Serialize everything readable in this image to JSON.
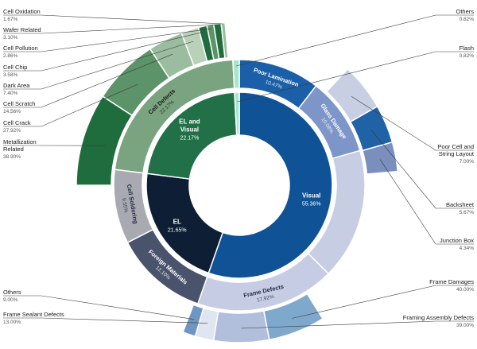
{
  "chart_data": {
    "type": "sunburst",
    "inner": [
      {
        "name": "Visual",
        "pct": "55.36%",
        "value": 55.36,
        "color": "#0f5296"
      },
      {
        "name": "EL",
        "pct": "21.65%",
        "value": 21.65,
        "color": "#0e1e34"
      },
      {
        "name": "EL and Visual",
        "pct": "22.17%",
        "value": 22.17,
        "color": "#227047"
      },
      {
        "name": "",
        "pct": "",
        "value": 0.82,
        "color": "#a7e6c9"
      }
    ],
    "middle": [
      {
        "name": "Poor Lamination",
        "pct": "10.47%",
        "value": 10.47,
        "color": "#1b5fa8",
        "text": "#ffffff"
      },
      {
        "name": "Glass Damage",
        "pct": "10.08%",
        "value": 10.08,
        "color": "#7d95c8",
        "text": "#ffffff"
      },
      {
        "name": "",
        "pct": "",
        "value": 16.89,
        "color": "#c7cde2",
        "text": "#ffffff"
      },
      {
        "name": "Frame Defects",
        "pct": "17.92%",
        "value": 17.92,
        "color": "#c6cce3",
        "text": "#1f2a44"
      },
      {
        "name": "Foreign Materials",
        "pct": "12.10%",
        "value": 12.1,
        "color": "#4a536c",
        "text": "#ffffff"
      },
      {
        "name": "Cell Soldering",
        "pct": "9.55%",
        "value": 9.55,
        "color": "#a9aab1",
        "text": "#1f2a44"
      },
      {
        "name": "Cell Defects",
        "pct": "22.17%",
        "value": 22.17,
        "color": "#7aa37f",
        "text": "#1a1a1a"
      },
      {
        "name": "",
        "pct": "",
        "value": 0.82,
        "color": "#a7e6c9",
        "text": "#ffffff"
      }
    ],
    "outer_top": [
      {
        "value": 38.9,
        "color": "#1f6d3c"
      },
      {
        "value": 27.92,
        "color": "#5c9368"
      },
      {
        "value": 14.56,
        "color": "#9bbd9f"
      },
      {
        "value": 7.4,
        "color": "#b9d1b9"
      },
      {
        "value": 3.58,
        "color": "#1f6d3c"
      },
      {
        "value": 2.86,
        "color": "#5c9368"
      },
      {
        "value": 3.1,
        "color": "#1f6d3c"
      },
      {
        "value": 1.67,
        "color": "#9bbd9f"
      }
    ],
    "outer_right": [
      {
        "value": 7.0,
        "color": "#c9cfe3"
      },
      {
        "value": 5.67,
        "color": "#1f62a6"
      },
      {
        "value": 4.34,
        "color": "#7b8fbf"
      }
    ],
    "outer_bottom": [
      {
        "value": 40.0,
        "color": "#7fa8cd"
      },
      {
        "value": 39.0,
        "color": "#b2bfdc"
      },
      {
        "value": 13.0,
        "color": "#dfe5f1"
      },
      {
        "value": 9.0,
        "color": "#6f96c2"
      }
    ],
    "callouts": [
      {
        "name": "Cell Oxidation",
        "pct": "1.67%",
        "side": "left"
      },
      {
        "name": "Wafer Related",
        "pct": "3.10%",
        "side": "left"
      },
      {
        "name": "Cell Pollution",
        "pct": "2.86%",
        "side": "left"
      },
      {
        "name": "Cell Chip",
        "pct": "3.58%",
        "side": "left"
      },
      {
        "name": "Dark Area",
        "pct": "7.40%",
        "side": "left"
      },
      {
        "name": "Cell Scratch",
        "pct": "14.56%",
        "side": "left"
      },
      {
        "name": "Cell Crack",
        "pct": "27.92%",
        "side": "left"
      },
      {
        "name": "Metallization Related",
        "pct": "38.90%",
        "side": "left"
      },
      {
        "name": "Others",
        "pct": "0.82%",
        "side": "right"
      },
      {
        "name": "Flash",
        "pct": "0.82%",
        "side": "right"
      },
      {
        "name": "Poor Cell and String Layout",
        "pct": "7.00%",
        "side": "right"
      },
      {
        "name": "Backsheet",
        "pct": "5.67%",
        "side": "right"
      },
      {
        "name": "Junction Box",
        "pct": "4.34%",
        "side": "right"
      },
      {
        "name": "Frame Damages",
        "pct": "40.00%",
        "side": "right"
      },
      {
        "name": "Framing Assembly Defects",
        "pct": "39.00%",
        "side": "right"
      },
      {
        "name": "Others",
        "pct": "9.00%",
        "side": "left"
      },
      {
        "name": "Frame Sealant Defects",
        "pct": "13.00%",
        "side": "left"
      }
    ]
  }
}
